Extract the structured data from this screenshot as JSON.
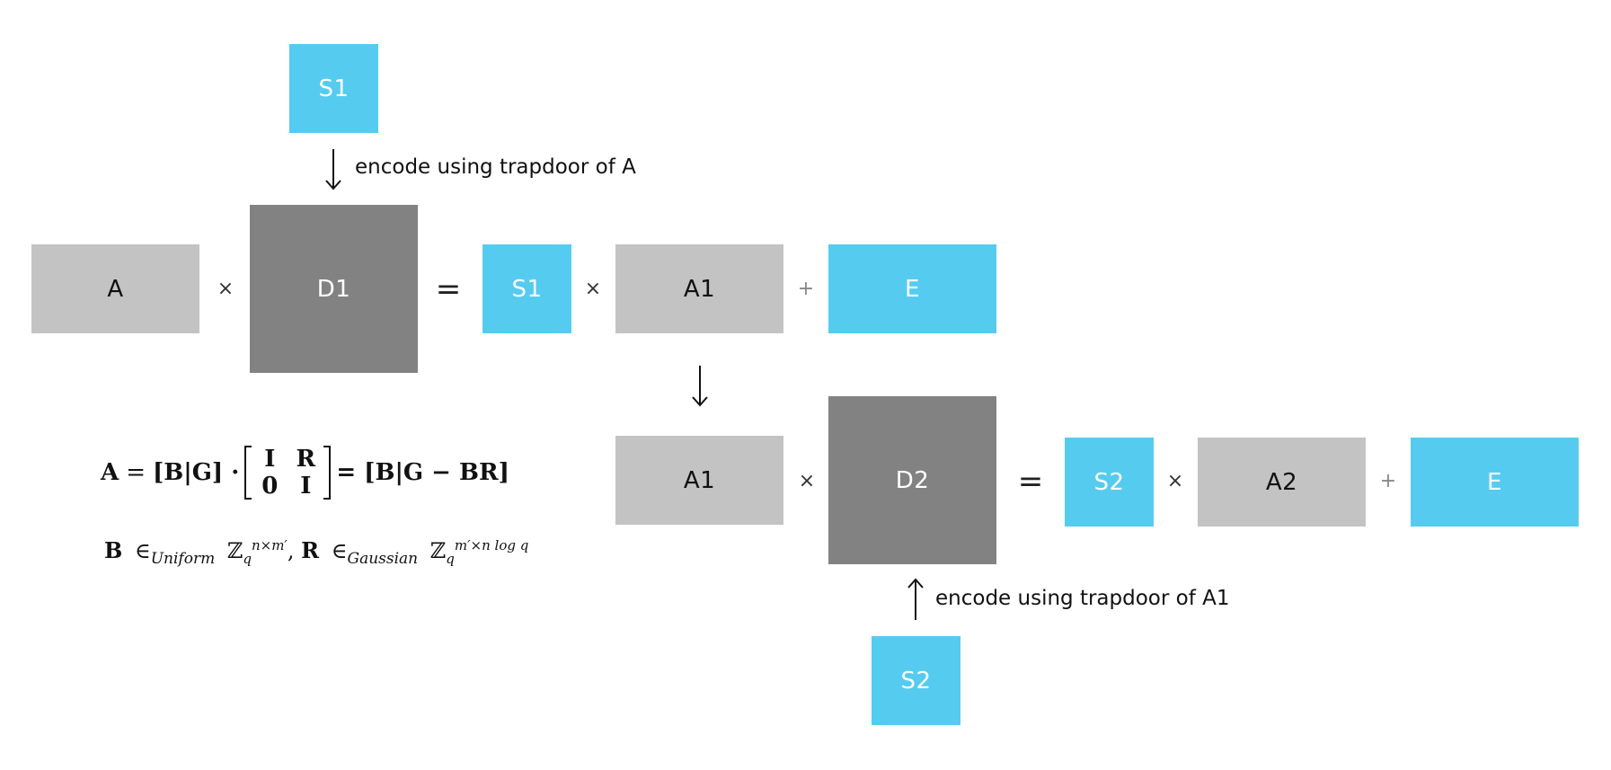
{
  "top_row": {
    "s1_top": "S1",
    "a": "A",
    "d1": "D1",
    "s1": "S1",
    "a1": "A1",
    "e": "E",
    "encode_label": "encode using trapdoor of A"
  },
  "bottom_row": {
    "a1": "A1",
    "d2": "D2",
    "s2": "S2",
    "a2": "A2",
    "e": "E",
    "s2_bottom": "S2",
    "encode_label": "encode using trapdoor of A1"
  },
  "operators": {
    "times": "×",
    "plus": "+",
    "equals": "="
  },
  "formula": {
    "lhs": "A",
    "eq": "=",
    "bracket_left": "[B|G] ·",
    "matrix": [
      "I",
      "R",
      "0",
      "I"
    ],
    "rhs": "= [B|G − BR]",
    "line2": {
      "b": "B",
      "in_uniform": "∈",
      "uniform": "Uniform",
      "z1": "ℤ",
      "q1": "q",
      "exp1": "n×m′",
      "comma": ",",
      "r": "R",
      "in_gaussian": "∈",
      "gaussian": "Gaussian",
      "z2": "ℤ",
      "q2": "q",
      "exp2": "m′×n log q"
    }
  },
  "colors": {
    "blue": "#56cbf0",
    "light_gray": "#c3c3c3",
    "dark_gray": "#828282"
  }
}
